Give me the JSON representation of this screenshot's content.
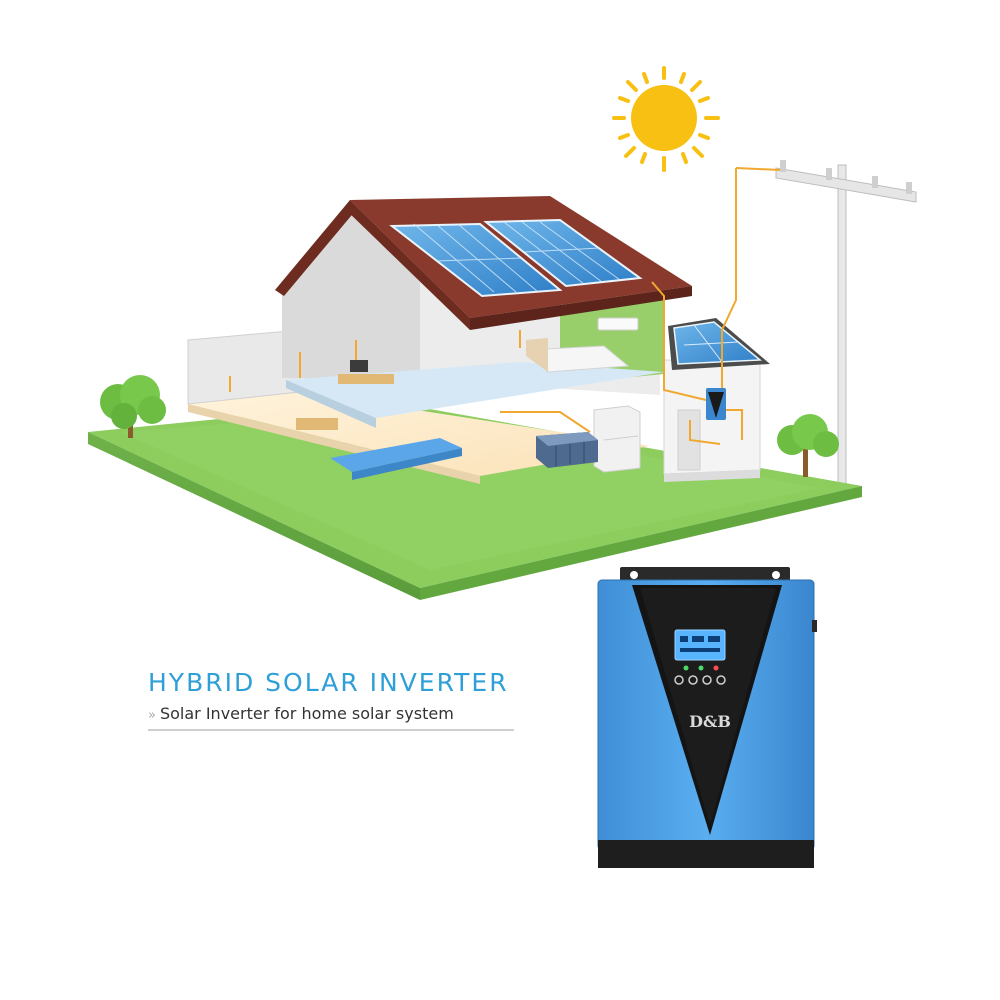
{
  "headline": "HYBRID SOLAR INVERTER",
  "subline": "Solar Inverter for home solar system",
  "subline_marker": "»",
  "inverter": {
    "brand_mark": "D&B"
  },
  "colors": {
    "accent_blue": "#2f9fd8",
    "inverter_body": "#4a9de0",
    "roof": "#8a3a2c",
    "lawn": "#8ccd5e",
    "sun": "#f8c012",
    "wire": "#f0a830"
  }
}
